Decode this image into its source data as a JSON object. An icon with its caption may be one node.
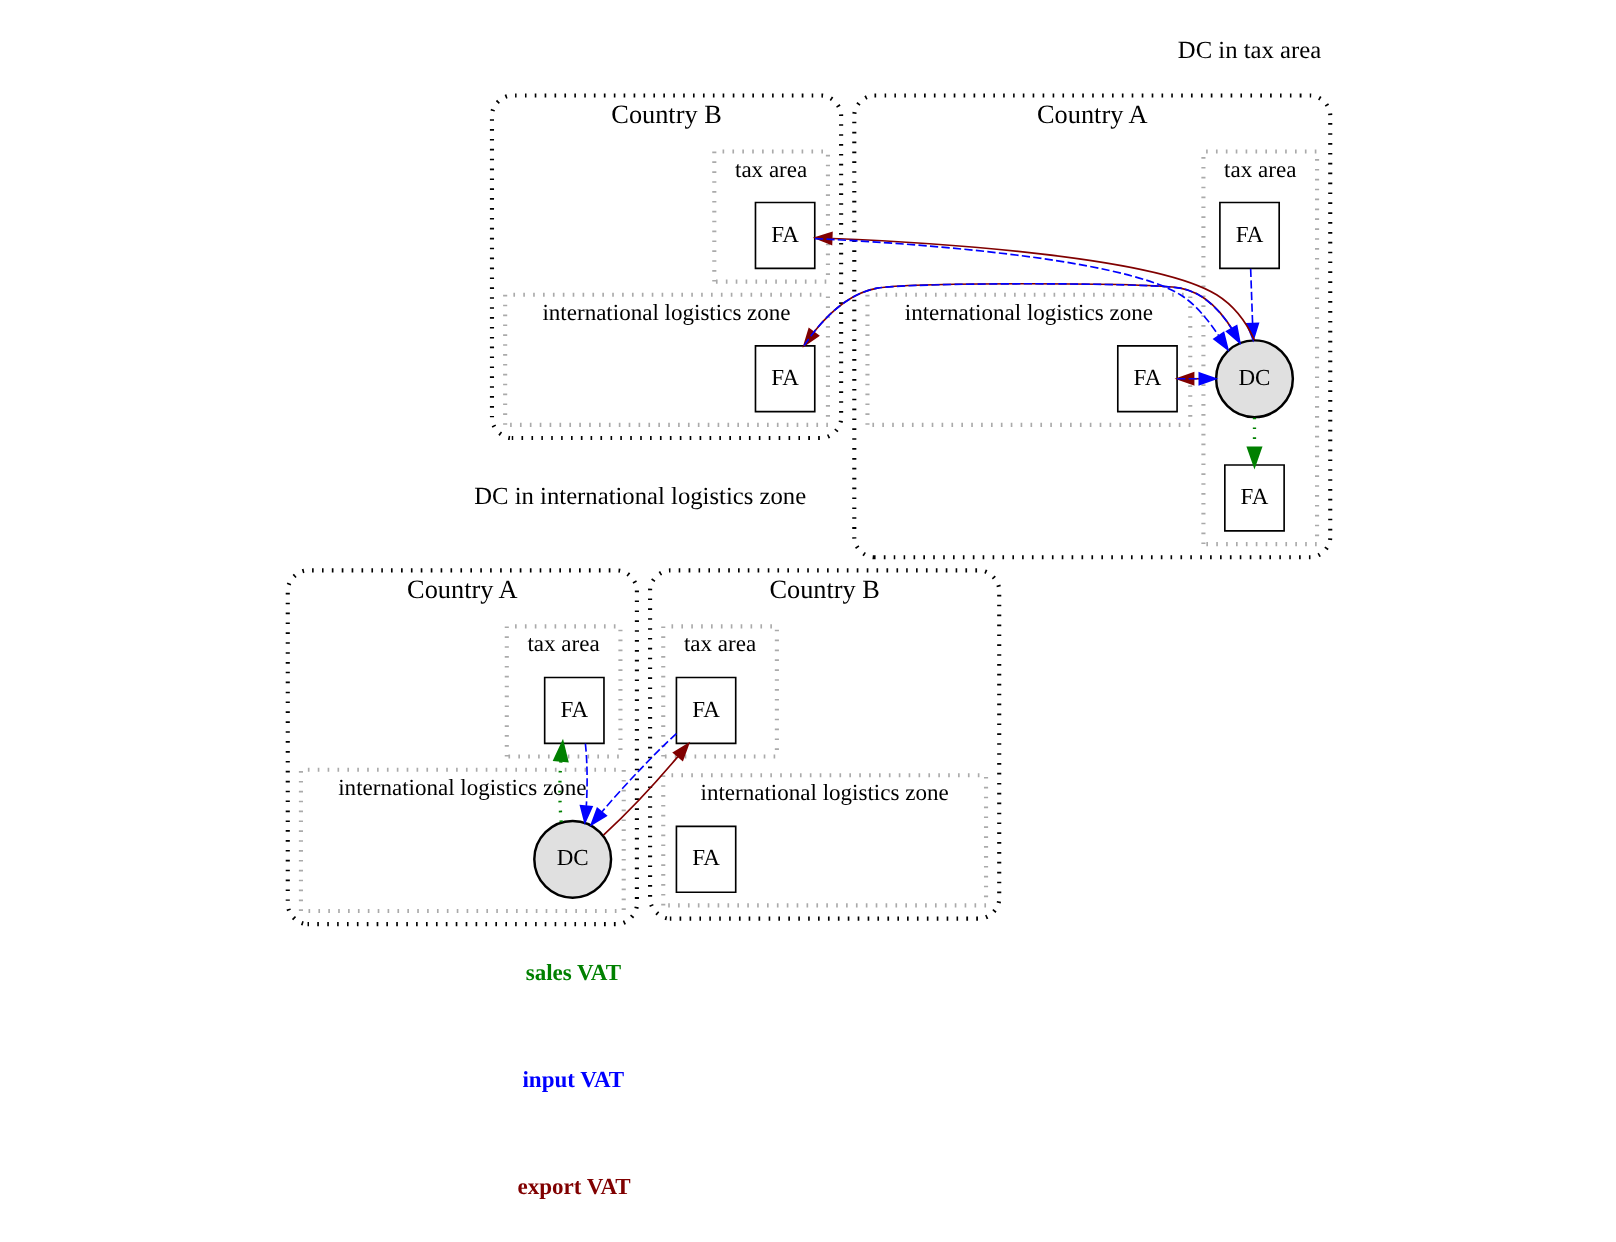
{
  "diagram": {
    "nodes": [
      {
        "text": [
          "Country A"
        ]
      },
      {
        "text": [
          "tax area"
        ],
        "in": 0
      },
      {
        "text": [
          "international logistics zone"
        ],
        "in": 0
      },
      {
        "text": [
          "FA"
        ],
        "in": 1
      },
      {
        "text": [
          "DC"
        ],
        "in": 1
      },
      {
        "text": [
          "FA"
        ],
        "in": 1
      },
      {
        "text": [
          "FA"
        ],
        "in": 2
      },
      {
        "text": [
          "Country B"
        ]
      },
      {
        "text": [
          "tax area"
        ],
        "in": 7
      },
      {
        "text": [
          "international logistics zone"
        ],
        "in": 7
      },
      {
        "text": [
          "FA"
        ],
        "in": 8
      },
      {
        "text": [
          "FA"
        ],
        "in": 9
      },
      {
        "text": [
          "Country A"
        ]
      },
      {
        "text": [
          "tax area"
        ],
        "in": 12
      },
      {
        "text": [
          "international logistics zone"
        ],
        "in": 12
      },
      {
        "text": [
          "FA"
        ],
        "in": 13
      },
      {
        "text": [
          "DC"
        ],
        "in": 14
      },
      {
        "text": [
          "Country B"
        ]
      },
      {
        "text": [
          "tax area"
        ],
        "in": 17
      },
      {
        "text": [
          "international logistics zone"
        ],
        "in": 17
      },
      {
        "text": [
          "FA"
        ],
        "in": 18
      },
      {
        "text": [
          "FA"
        ],
        "in": 19
      }
    ],
    "edges": [
      {
        "from": 3,
        "to": 4,
        "arrow": "to",
        "style": "dashed"
      },
      {
        "from": 4,
        "to": 5,
        "arrow": "to",
        "style": "dashed",
        "color": "#008000"
      },
      {
        "from": 4,
        "to": 10,
        "arrow": "to",
        "color": "#800000"
      },
      {
        "from": 10,
        "to": 4,
        "arrow": "to",
        "style": "dashed"
      },
      {
        "from": 4,
        "to": 6,
        "arrow": "to",
        "color": "#800000"
      },
      {
        "from": 6,
        "to": 4,
        "arrow": "to",
        "style": "dashed"
      },
      {
        "from": 4,
        "to": 11,
        "arrow": "to",
        "color": "#800000"
      },
      {
        "from": 11,
        "to": 4,
        "arrow": "to",
        "style": "dashed"
      },
      {
        "from": 15,
        "to": 16,
        "arrow": "to",
        "style": "dashed"
      },
      {
        "from": 16,
        "to": 15,
        "arrow": "to",
        "style": "dashed",
        "color": "#008000"
      },
      {
        "from": 20,
        "to": 16,
        "arrow": "to",
        "style": "dashed"
      },
      {
        "from": 16,
        "to": 20,
        "arrow": "to",
        "color": "#800000"
      }
    ],
    "labels": [
      "DC in tax area",
      "DC in international logistics zone"
    ],
    "legend": [
      {
        "text": "sales VAT"
      },
      {
        "text": "input VAT"
      },
      {
        "text": "export VAT"
      }
    ]
  }
}
